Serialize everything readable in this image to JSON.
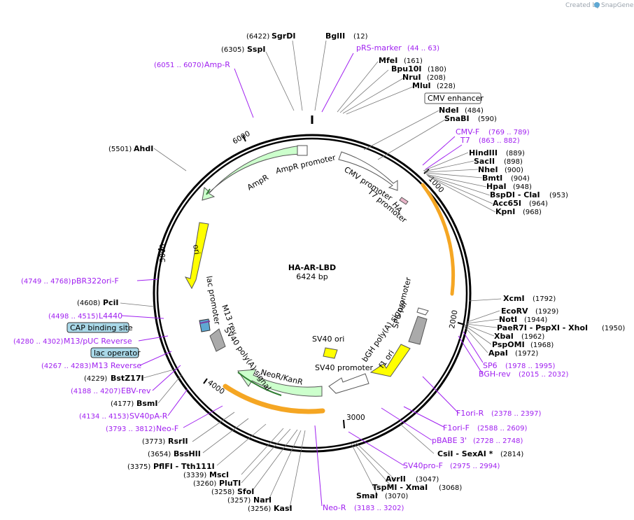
{
  "credit": {
    "prefix": "Created by",
    "brand": "SnapGene"
  },
  "plasmid": {
    "name": "HA-AR-LBD",
    "length": "6424 bp"
  },
  "ruler_ticks": [
    "1000",
    "2000",
    "3000",
    "4000",
    "5000",
    "6000"
  ],
  "features": [
    {
      "label": "CMV enhancer",
      "style": "boxed-white"
    },
    {
      "label": "CMV promoter"
    },
    {
      "label": "T7 promoter"
    },
    {
      "label": "HA"
    },
    {
      "label": "SP6 promoter"
    },
    {
      "label": "bGH poly(A) signal"
    },
    {
      "label": "f1 ori"
    },
    {
      "label": "SV40 ori"
    },
    {
      "label": "SV40 promoter"
    },
    {
      "label": "NeoR/KanR"
    },
    {
      "label": "SV40 poly(A) signal"
    },
    {
      "label": "M13 rev"
    },
    {
      "label": "lac promoter"
    },
    {
      "label": "ori"
    },
    {
      "label": "AmpR"
    },
    {
      "label": "AmpR promoter"
    },
    {
      "label": "CAP binding site",
      "style": "boxed-blue"
    },
    {
      "label": "lac operator",
      "style": "boxed-blue"
    }
  ],
  "primers": [
    {
      "name": "pRS-marker",
      "pos": "(44 .. 63)"
    },
    {
      "name": "CMV-F",
      "pos": "(769 .. 789)"
    },
    {
      "name": "T7",
      "pos": "(863 .. 882)"
    },
    {
      "name": "SP6",
      "pos": "(1978 .. 1995)"
    },
    {
      "name": "BGH-rev",
      "pos": "(2015 .. 2032)"
    },
    {
      "name": "F1ori-R",
      "pos": "(2378 .. 2397)"
    },
    {
      "name": "F1ori-F",
      "pos": "(2588 .. 2609)"
    },
    {
      "name": "pBABE 3'",
      "pos": "(2728 .. 2748)"
    },
    {
      "name": "SV40pro-F",
      "pos": "(2975 .. 2994)"
    },
    {
      "name": "Neo-R",
      "pos": "(3183 .. 3202)"
    },
    {
      "name": "Neo-F",
      "pos": "(3793 .. 3812)"
    },
    {
      "name": "SV40pA-R",
      "pos": "(4134 .. 4153)"
    },
    {
      "name": "EBV-rev",
      "pos": "(4188 .. 4207)"
    },
    {
      "name": "M13 Reverse",
      "pos": "(4267 .. 4283)"
    },
    {
      "name": "M13/pUC Reverse",
      "pos": "(4280 .. 4302)"
    },
    {
      "name": "L4440",
      "pos": "(4498 .. 4515)"
    },
    {
      "name": "pBR322ori-F",
      "pos": "(4749 .. 4768)"
    },
    {
      "name": "Amp-R",
      "pos": "(6051 .. 6070)"
    }
  ],
  "sites": [
    {
      "name": "SgrDI",
      "pos": "(6422)"
    },
    {
      "name": "BglII",
      "pos": "(12)"
    },
    {
      "name": "SspI",
      "pos": "(6305)"
    },
    {
      "name": "MfeI",
      "pos": "(161)"
    },
    {
      "name": "Bpu10I",
      "pos": "(180)"
    },
    {
      "name": "NruI",
      "pos": "(208)"
    },
    {
      "name": "MluI",
      "pos": "(228)"
    },
    {
      "name": "NdeI",
      "pos": "(484)"
    },
    {
      "name": "SnaBI",
      "pos": "(590)"
    },
    {
      "name": "HindIII",
      "pos": "(889)"
    },
    {
      "name": "SacII",
      "pos": "(898)"
    },
    {
      "name": "NheI",
      "pos": "(900)"
    },
    {
      "name": "BmtI",
      "pos": "(904)"
    },
    {
      "name": "HpaI",
      "pos": "(948)"
    },
    {
      "name": "BspDI - ClaI",
      "pos": "(953)"
    },
    {
      "name": "Acc65I",
      "pos": "(964)"
    },
    {
      "name": "KpnI",
      "pos": "(968)"
    },
    {
      "name": "AhdI",
      "pos": "(5501)"
    },
    {
      "name": "PciI",
      "pos": "(4608)"
    },
    {
      "name": "XcmI",
      "pos": "(1792)"
    },
    {
      "name": "EcoRV",
      "pos": "(1929)"
    },
    {
      "name": "NotI",
      "pos": "(1944)"
    },
    {
      "name": "PaeR7I - PspXI - XhoI",
      "pos": "(1950)"
    },
    {
      "name": "XbaI",
      "pos": "(1962)"
    },
    {
      "name": "PspOMI",
      "pos": "(1968)"
    },
    {
      "name": "ApaI",
      "pos": "(1972)"
    },
    {
      "name": "CsiI - SexAI *",
      "pos": "(2814)"
    },
    {
      "name": "AvrII",
      "pos": "(3047)"
    },
    {
      "name": "TspMI - XmaI",
      "pos": "(3068)"
    },
    {
      "name": "SmaI",
      "pos": "(3070)"
    },
    {
      "name": "BstZ17I",
      "pos": "(4229)"
    },
    {
      "name": "BsmI",
      "pos": "(4177)"
    },
    {
      "name": "RsrII",
      "pos": "(3773)"
    },
    {
      "name": "BssHII",
      "pos": "(3654)"
    },
    {
      "name": "PflFI - Tth111I",
      "pos": "(3375)"
    },
    {
      "name": "MscI",
      "pos": "(3339)"
    },
    {
      "name": "PluTI",
      "pos": "(3260)"
    },
    {
      "name": "SfoI",
      "pos": "(3258)"
    },
    {
      "name": "NarI",
      "pos": "(3257)"
    },
    {
      "name": "KasI",
      "pos": "(3256)"
    }
  ],
  "colors": {
    "primer": "#a020f0",
    "backbone": "#000000",
    "box_blue": "#a9d8e8",
    "feature_green": "#ccffcc",
    "ori_yellow": "#ffff00",
    "orange_arc": "#f5a623"
  }
}
